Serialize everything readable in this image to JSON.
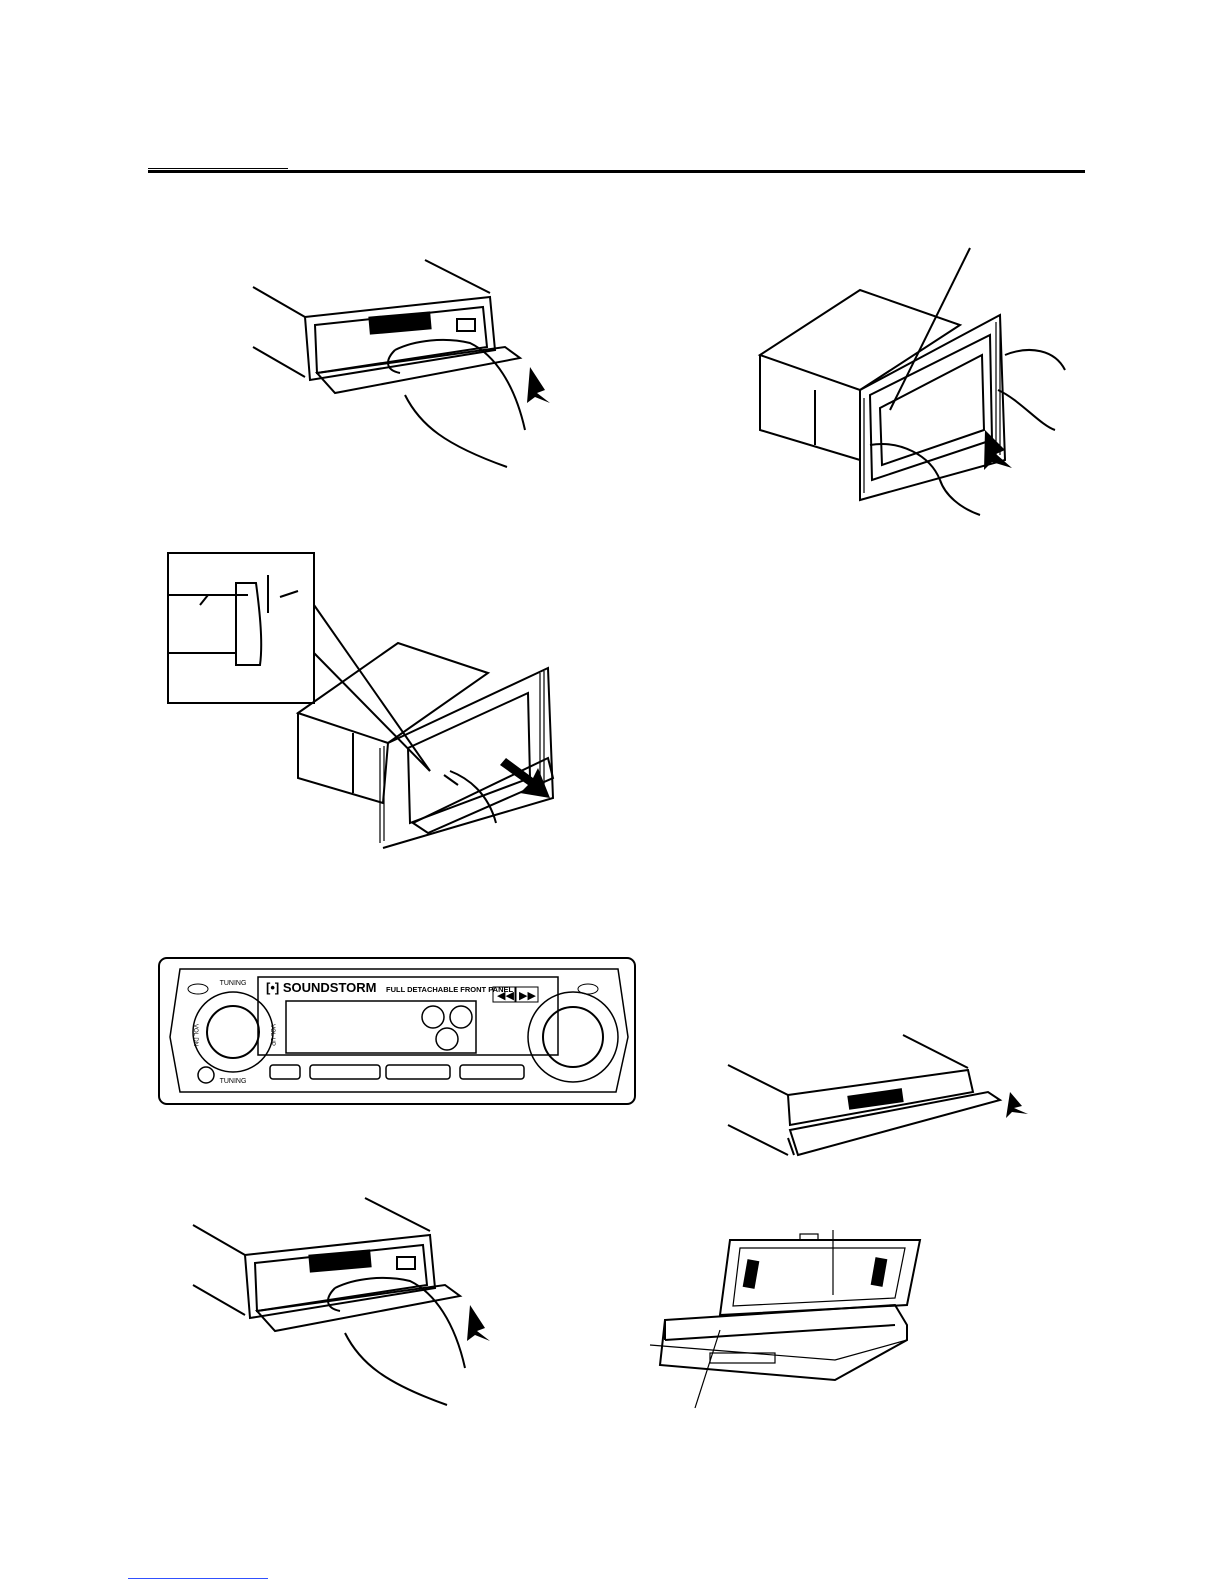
{
  "panel": {
    "brand_logo": "[•] SOUNDSTORM",
    "banner": "FULL DETACHABLE FRONT PANEL",
    "knob_top_label": "TUNING",
    "knob_bottom_label": "TUNING",
    "knob_left_label": "VOL DN",
    "knob_right_label": "VOL UP",
    "rewind_icon": "rewind-icon",
    "forward_icon": "fast-forward-icon"
  },
  "colors": {
    "ink": "#000000",
    "paper": "#ffffff",
    "footer_rule": "#3050ff"
  }
}
